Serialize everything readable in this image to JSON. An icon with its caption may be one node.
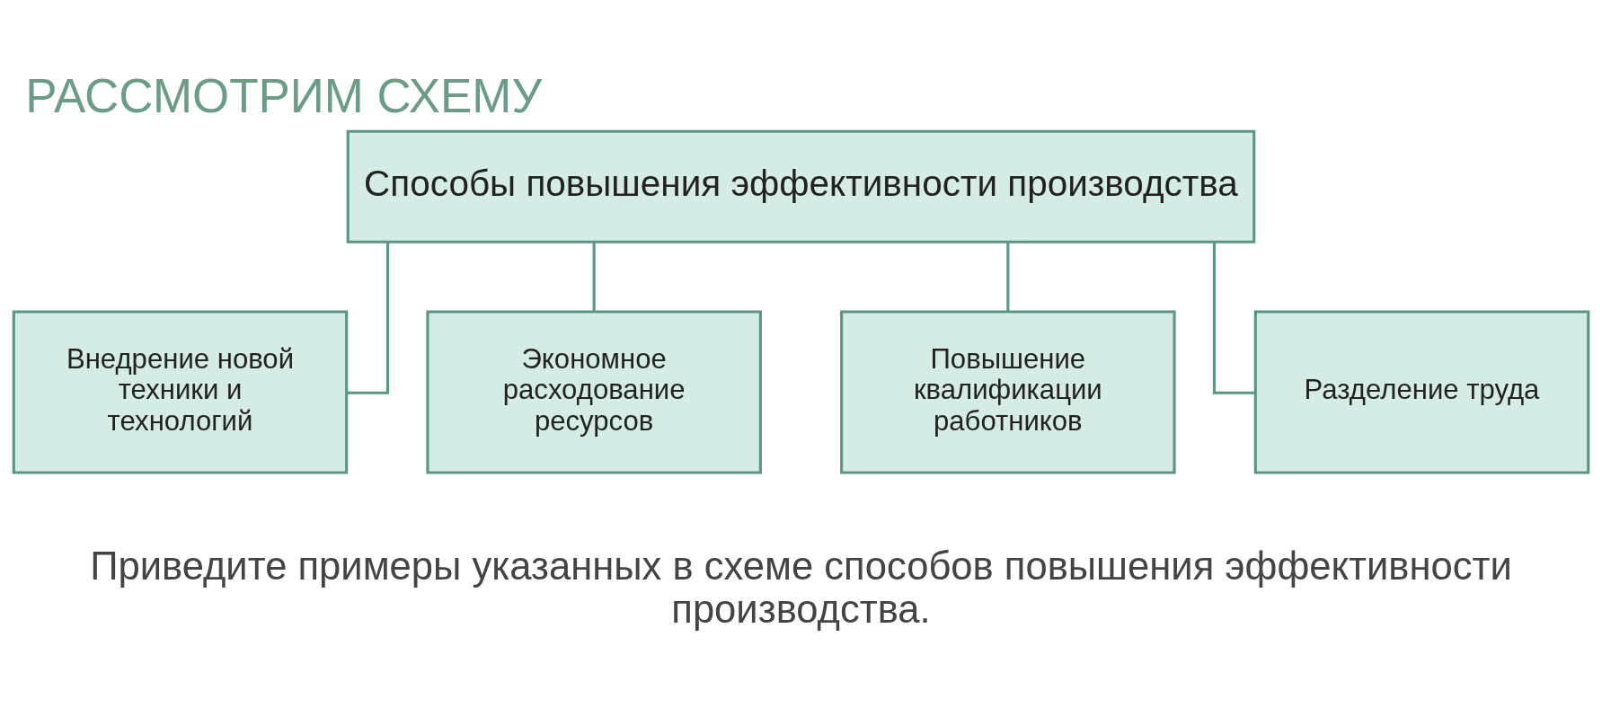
{
  "diagram": {
    "title": "РАССМОТРИМ СХЕМУ",
    "caption": "Приведите примеры указанных в схеме способов повышения эффективности производства.",
    "nodes": [
      {
        "text": [
          "Способы повышения эффективности производства"
        ]
      },
      {
        "text": [
          "Внедрение новой техники и технологий"
        ]
      },
      {
        "text": [
          "Экономное расходование ресурсов"
        ]
      },
      {
        "text": [
          "Повышение квалификации работников"
        ]
      },
      {
        "text": [
          "Разделение труда"
        ]
      }
    ],
    "edges": [
      {
        "from": 0,
        "to": 1,
        "arrow": "none"
      },
      {
        "from": 0,
        "to": 2,
        "arrow": "none"
      },
      {
        "from": 0,
        "to": 3,
        "arrow": "none"
      },
      {
        "from": 0,
        "to": 4,
        "arrow": "none"
      }
    ]
  }
}
